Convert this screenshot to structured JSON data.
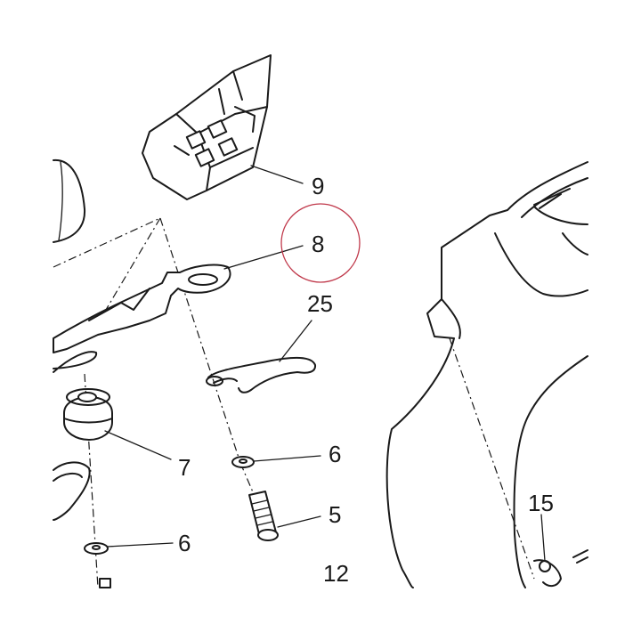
{
  "diagram": {
    "labels": {
      "p9": "9",
      "p8": "8",
      "p25": "25",
      "p7": "7",
      "p6a": "6",
      "p6b": "6",
      "p5": "5",
      "p12": "12",
      "p15": "15"
    },
    "highlight_color": "#c0394b"
  }
}
